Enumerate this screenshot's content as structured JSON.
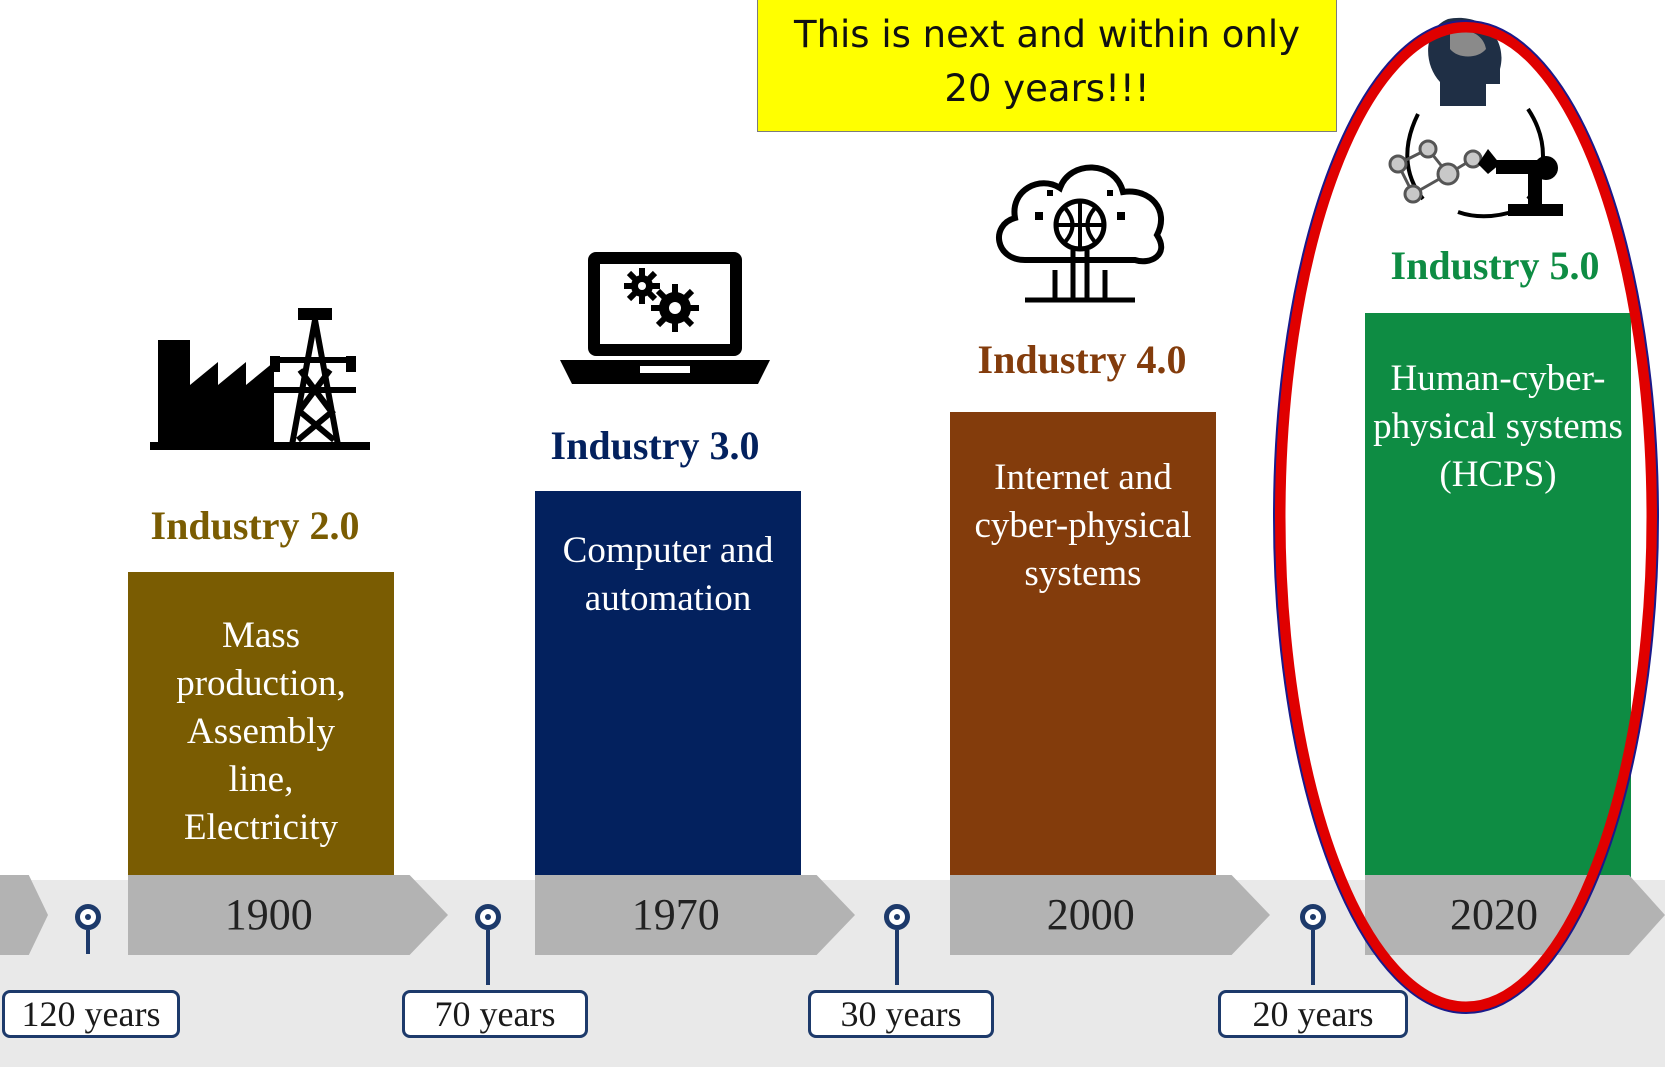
{
  "callout": {
    "text": "This is next and within only 20 years!!!",
    "background": "#ffff00"
  },
  "start_duration": "120 years",
  "stages": [
    {
      "title": "Industry 2.0",
      "description": "Mass production, Assembly line, Electricity",
      "year": "1900",
      "color": "#7a5c02",
      "icon": "factory-power-tower-icon",
      "next_gap": "70 years"
    },
    {
      "title": "Industry 3.0",
      "description": "Computer and automation",
      "year": "1970",
      "color": "#03215e",
      "icon": "laptop-gears-icon",
      "next_gap": "30 years"
    },
    {
      "title": "Industry 4.0",
      "description": "Internet and cyber-physical systems",
      "year": "2000",
      "color": "#833c0c",
      "icon": "cloud-network-icon",
      "next_gap": "20 years"
    },
    {
      "title": "Industry 5.0",
      "description": "Human-cyber-physical systems (HCPS)",
      "year": "2020",
      "color": "#0e8c43",
      "icon": "human-ai-robot-icon"
    }
  ],
  "colors": {
    "timeline": "#b3b3b3",
    "marker": "#1d3a6b",
    "highlight": "#e00000"
  }
}
